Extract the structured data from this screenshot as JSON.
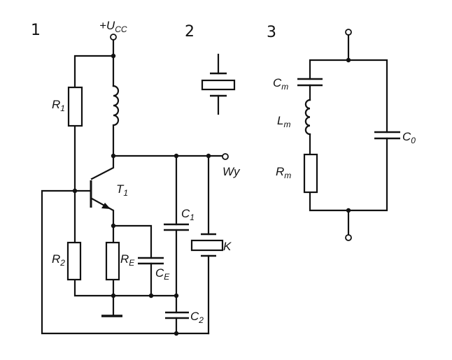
{
  "panels": {
    "p1": "1",
    "p2": "2",
    "p3": "3"
  },
  "labels": {
    "ucc": {
      "main": "+U",
      "sub": "CC"
    },
    "r1": {
      "main": "R",
      "sub": "1"
    },
    "r2": {
      "main": "R",
      "sub": "2"
    },
    "re": {
      "main": "R",
      "sub": "E"
    },
    "ce": {
      "main": "C",
      "sub": "E"
    },
    "c1": {
      "main": "C",
      "sub": "1"
    },
    "c2": {
      "main": "C",
      "sub": "2"
    },
    "t1": {
      "main": "T",
      "sub": "1"
    },
    "k": {
      "main": "K"
    },
    "wy": {
      "main": "Wy"
    },
    "cm": {
      "main": "C",
      "sub": "m"
    },
    "lm": {
      "main": "L",
      "sub": "m"
    },
    "rm": {
      "main": "R",
      "sub": "m"
    },
    "c0": {
      "main": "C",
      "sub": "0"
    }
  }
}
